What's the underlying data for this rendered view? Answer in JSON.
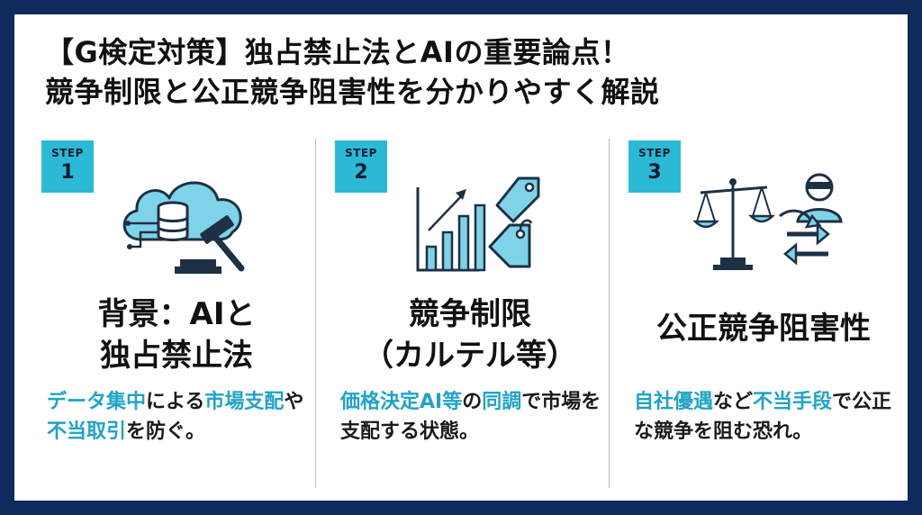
{
  "title": {
    "line1": "【G検定対策】独占禁止法とAIの重要論点！",
    "line2": "競争制限と公正競争阻害性を分かりやすく解説"
  },
  "colors": {
    "accent": "#2bbad6",
    "highlight": "#1fa3c7",
    "frame": "#0f2a5c",
    "ink": "#1e3044"
  },
  "steps": [
    {
      "word": "STEP",
      "number": "1",
      "icon": "cloud-database-gavel-icon",
      "heading_line1": "背景：AIと",
      "heading_line2": "独占禁止法",
      "desc": [
        {
          "t": "データ集中",
          "h": true
        },
        {
          "t": "による",
          "h": false
        },
        {
          "t": "市場支配",
          "h": true
        },
        {
          "t": "や",
          "h": false
        },
        {
          "t": "不当取引",
          "h": true
        },
        {
          "t": "を防ぐ。",
          "h": false
        }
      ]
    },
    {
      "word": "STEP",
      "number": "2",
      "icon": "bar-chart-price-tags-icon",
      "heading_line1": "競争制限",
      "heading_line2": "（カルテル等）",
      "desc": [
        {
          "t": "価格決定AI等",
          "h": true
        },
        {
          "t": "の",
          "h": false
        },
        {
          "t": "同調",
          "h": true
        },
        {
          "t": "で市場を支配する状態。",
          "h": false
        }
      ]
    },
    {
      "word": "STEP",
      "number": "3",
      "icon": "scales-arrows-masked-person-icon",
      "heading_line1": "公正競争阻害性",
      "heading_line2": "",
      "desc": [
        {
          "t": "自社優遇",
          "h": true
        },
        {
          "t": "など",
          "h": false
        },
        {
          "t": "不当手段",
          "h": true
        },
        {
          "t": "で公正な競争を阻む恐れ。",
          "h": false
        }
      ]
    }
  ]
}
